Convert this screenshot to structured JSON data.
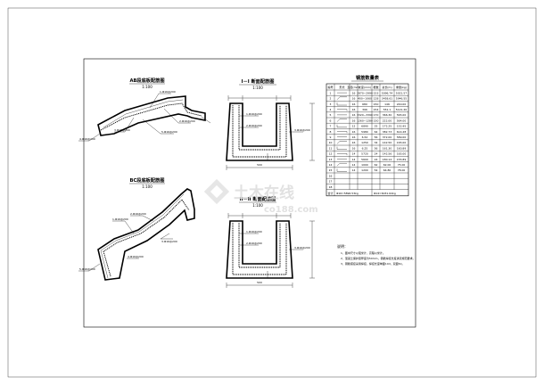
{
  "drawings": {
    "ab_title": "AB段底板配筋图",
    "ab_scale": "1:100",
    "bc_title": "BC段底板配筋图",
    "bc_scale": "1:100",
    "section1_title": "I－I 断面配筋图",
    "section1_scale": "1:100",
    "section2_title": "II－II 断面配筋图",
    "section2_scale": "1:100"
  },
  "table": {
    "title": "钢筋数量表",
    "headers": [
      "编号",
      "形式",
      "直径(mm)",
      "长度(mm)",
      "根数",
      "总长(m)",
      "重量(kg)"
    ],
    "rows": [
      [
        "1",
        "",
        "16",
        "2870~2990",
        "153",
        "5096.74",
        "5021.57"
      ],
      [
        "2",
        "",
        "16",
        "400~1060",
        "128",
        "3458.61",
        "5946.55"
      ],
      [
        "3",
        "",
        "16",
        "680",
        "150",
        "146",
        "240.00"
      ],
      [
        "4",
        "",
        "16",
        "396",
        "154",
        "551.1",
        "5121.20"
      ],
      [
        "5",
        "",
        "16",
        "3320~3390",
        "170",
        "366.30",
        "565.00"
      ],
      [
        "6",
        "",
        "16",
        "1260~1280",
        "150",
        "222.00",
        "564.00"
      ],
      [
        "7",
        "",
        "12",
        "6890",
        "25",
        "172.25",
        "152.95"
      ],
      [
        "8",
        "",
        "16",
        "5980",
        "64",
        "382.73",
        "614.28"
      ],
      [
        "9",
        "",
        "16",
        "6.52",
        "56",
        "372.00",
        "589.00"
      ],
      [
        "10",
        "",
        "16",
        "1250",
        "34",
        "142.50",
        "165.00"
      ],
      [
        "11",
        "",
        "16",
        "6.25",
        "56",
        "161.30",
        "160.89"
      ],
      [
        "12",
        "",
        "14",
        "5720",
        "24",
        "142.56",
        "165.00"
      ],
      [
        "13",
        "",
        "14",
        "5600",
        "24",
        "180.14",
        "155.89"
      ],
      [
        "14",
        "",
        "14",
        "1000",
        "62",
        "62.00",
        "75.00"
      ],
      [
        "15",
        "",
        "14",
        "1200",
        "54",
        "64.80",
        "78.00"
      ],
      [
        "16",
        "",
        "",
        "",
        "",
        "",
        ""
      ],
      [
        "17",
        "",
        "",
        "",
        "",
        "",
        ""
      ],
      [
        "18",
        "",
        "",
        "",
        "",
        "",
        ""
      ]
    ],
    "total_label": "合计",
    "total_a": "Φ16=5896.53kg",
    "total_b": "Φ14=6031.62kg"
  },
  "notes": {
    "title": "说明：",
    "items": [
      "1、图中尺寸以毫米计，高程以米计。",
      "2、混凝土保护层厚度为50mm，钢筋焊接长度满足规范要求。",
      "3、钢筋搭接采用焊接，焊接长度单面10d，双面5d。"
    ]
  },
  "labels": {
    "ab_rebars": [
      "1.Φ16@200",
      "2.Φ16@200",
      "3.Φ16@200",
      "4.Φ16@200",
      "5.Φ16@200"
    ],
    "bc_rebars": [
      "1.Φ16@200",
      "2.Φ16@200",
      "3.Φ16@200",
      "4.Φ16@200",
      "5.Φ16@200"
    ],
    "sec1_rebars": [
      "1.Φ16@200",
      "2.Φ16@200",
      "3.Φ16@200"
    ],
    "sec2_rebars": [
      "1.Φ16@200",
      "2.Φ16@200",
      "3.Φ16@200"
    ],
    "sec1_dim": "500",
    "sec2_dim": "500"
  },
  "watermark": {
    "brand": "土木在线",
    "site": "co188.com"
  }
}
